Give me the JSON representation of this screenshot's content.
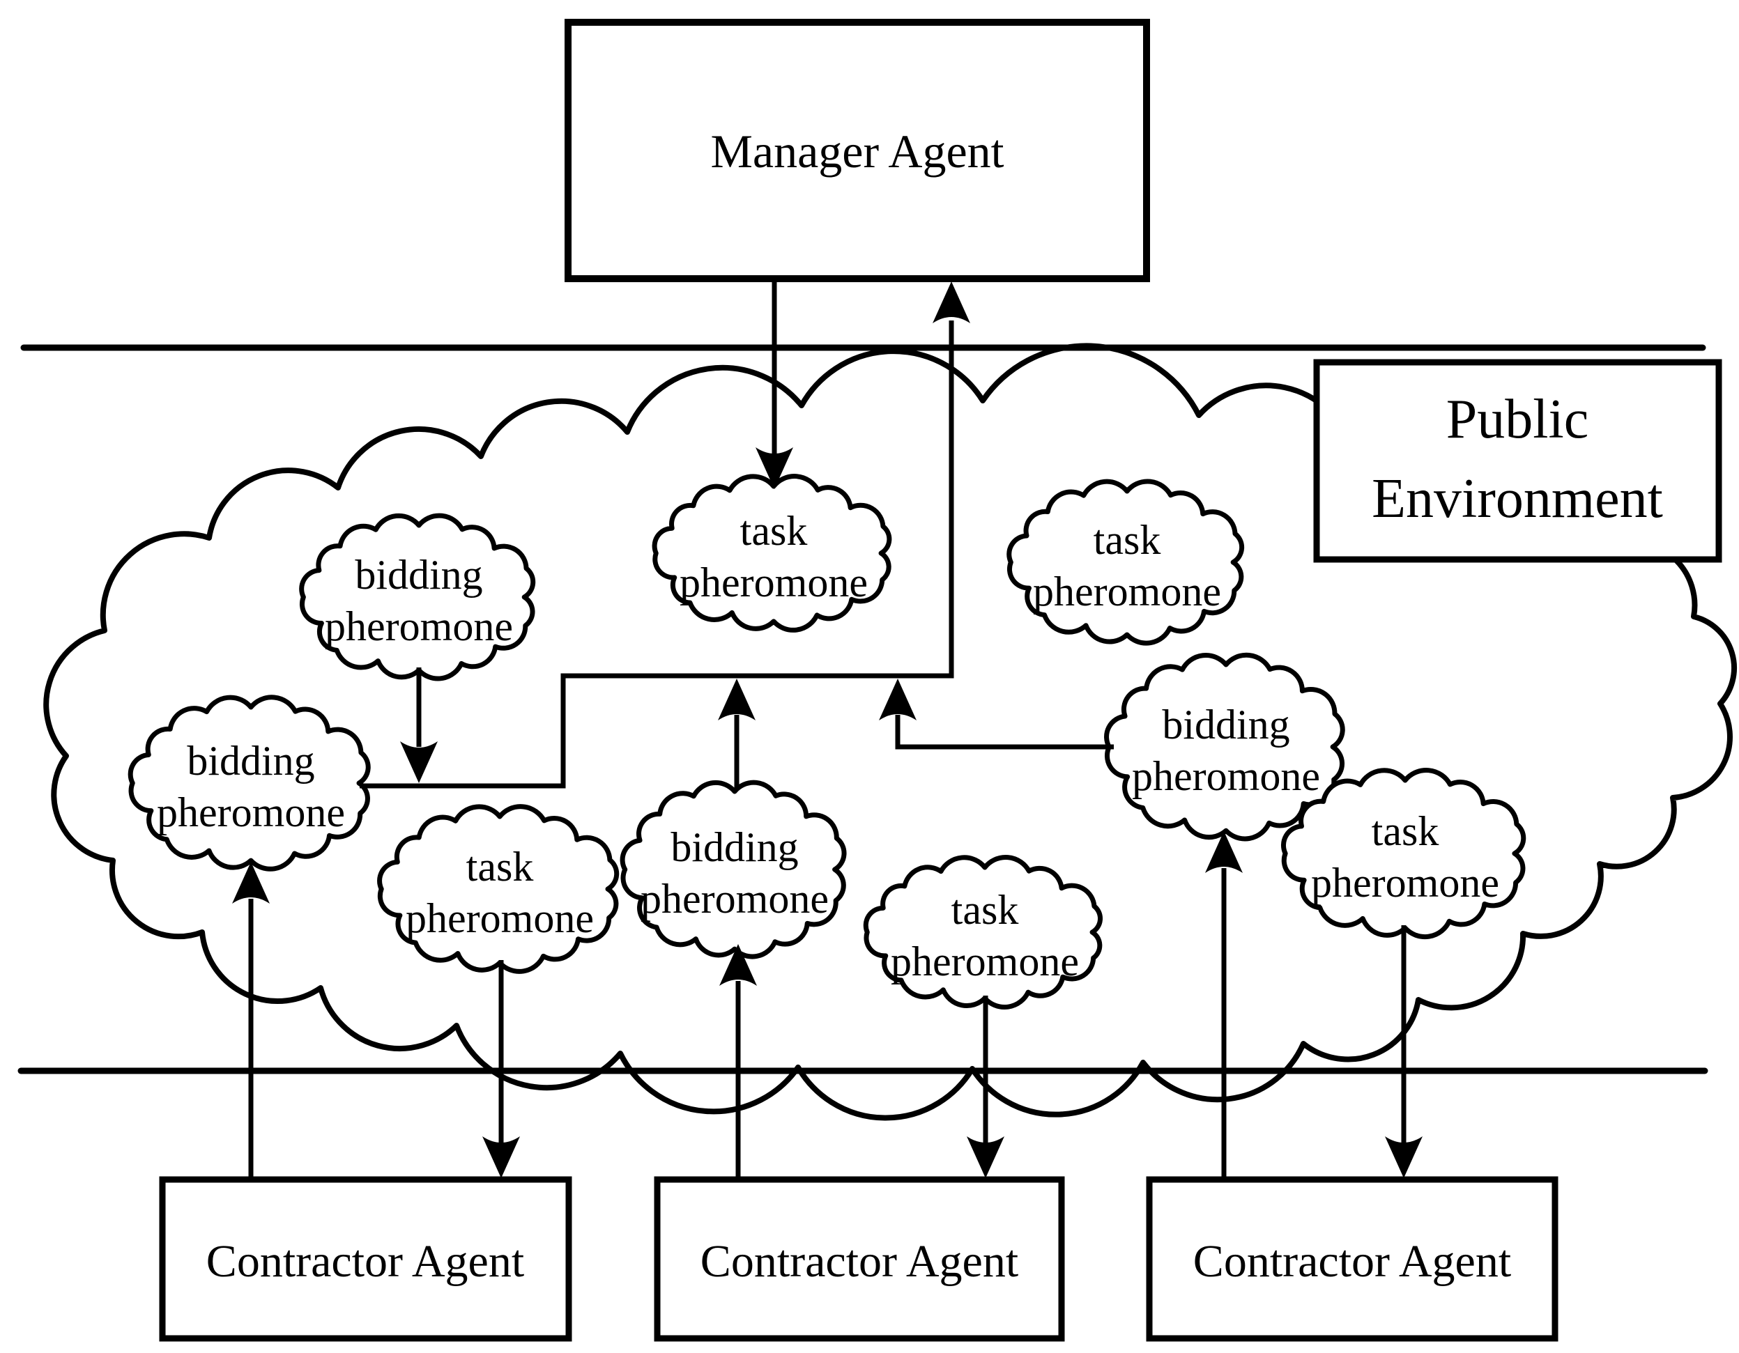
{
  "diagram": {
    "title": "Pheromone-based manager/contractor agent interaction diagram",
    "manager": {
      "label": "Manager Agent"
    },
    "public_environment": {
      "line1": "Public",
      "line2": "Environment"
    },
    "contractors": [
      {
        "label": "Contractor Agent"
      },
      {
        "label": "Contractor Agent"
      },
      {
        "label": "Contractor Agent"
      }
    ],
    "bubbles": [
      {
        "id": "task-pheromone-top-center",
        "line1": "task",
        "line2": "pheromone"
      },
      {
        "id": "task-pheromone-top-right",
        "line1": "task",
        "line2": "pheromone"
      },
      {
        "id": "bidding-pheromone-upper-left",
        "line1": "bidding",
        "line2": "pheromone"
      },
      {
        "id": "bidding-pheromone-left",
        "line1": "bidding",
        "line2": "pheromone"
      },
      {
        "id": "bidding-pheromone-center",
        "line1": "bidding",
        "line2": "pheromone"
      },
      {
        "id": "task-pheromone-left",
        "line1": "task",
        "line2": "pheromone"
      },
      {
        "id": "task-pheromone-center-right",
        "line1": "task",
        "line2": "pheromone"
      },
      {
        "id": "bidding-pheromone-right",
        "line1": "bidding",
        "line2": "pheromone"
      },
      {
        "id": "task-pheromone-far-right",
        "line1": "task",
        "line2": "pheromone"
      }
    ],
    "colors": {
      "ink": "#000000",
      "paper": "#ffffff"
    }
  }
}
